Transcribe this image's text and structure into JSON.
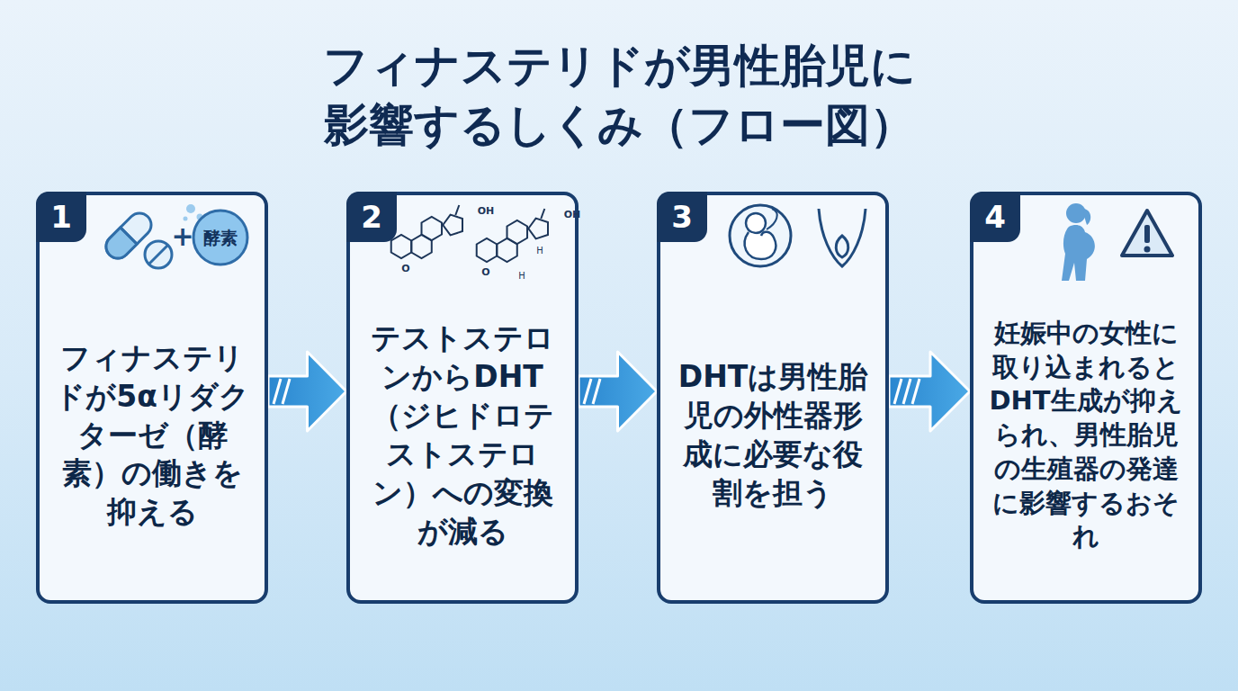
{
  "diagram": {
    "title": "フィナステリドが男性胎児に影響するしくみ（フロー図）",
    "nodes": [
      {
        "text": [
          "1",
          "フィナステリドが5αリダクターゼ（酵素）の働きを抑える"
        ]
      },
      {
        "text": [
          "2",
          "テストステロンからDHT（ジヒドロテストステロン）への変換が減る"
        ]
      },
      {
        "text": [
          "3",
          "DHTは男性胎児の外性器形成に必要な役割を担う"
        ]
      },
      {
        "text": [
          "4",
          "妊娠中の女性に取り込まれるとDHT生成が抑えられ、男性胎児の生殖器の発達に影響するおそれ"
        ]
      }
    ],
    "edges": [
      {
        "from": 0,
        "to": 1,
        "arrow": "to"
      },
      {
        "from": 1,
        "to": 2,
        "arrow": "to"
      },
      {
        "from": 2,
        "to": 3,
        "arrow": "to"
      }
    ],
    "labels": [
      "+",
      "酵素",
      "OH",
      "O",
      "OH",
      "O",
      "H",
      "H"
    ]
  }
}
